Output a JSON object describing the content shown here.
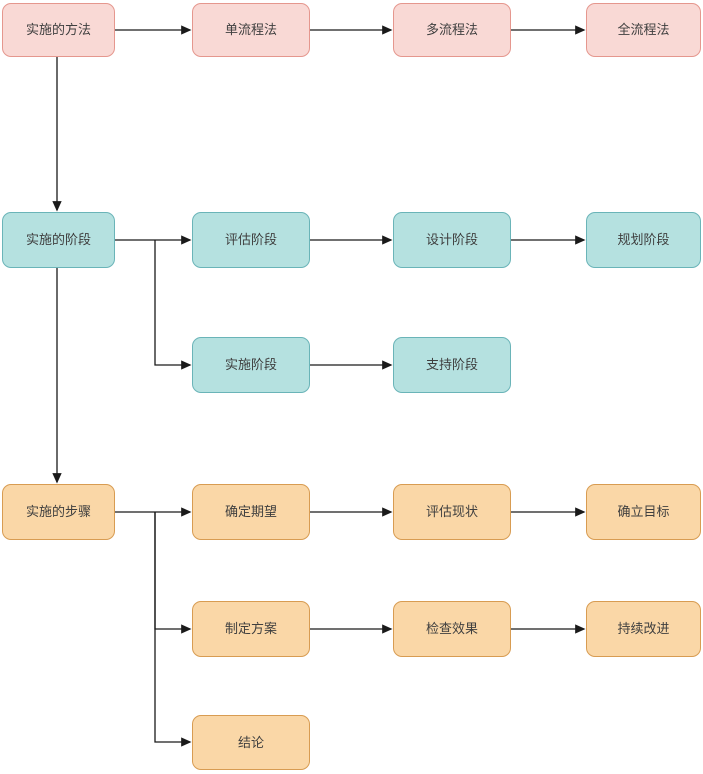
{
  "colors": {
    "canvas_bg": "#FFFFFF",
    "connector": "#1A1A1A",
    "text": "#3F3F3F",
    "method_fill": "#F9D9D5",
    "method_border": "#E5978E",
    "stage_fill": "#B5E1E0",
    "stage_border": "#6AB4B8",
    "step_fill": "#FAD7A7",
    "step_border": "#D89C52"
  },
  "nodes": {
    "implementation_methods": "实施的方法",
    "single_process_method": "单流程法",
    "multi_process_method": "多流程法",
    "full_process_method": "全流程法",
    "implementation_stages": "实施的阶段",
    "assessment_stage": "评估阶段",
    "design_stage": "设计阶段",
    "planning_stage": "规划阶段",
    "implementation_stage": "实施阶段",
    "support_stage": "支持阶段",
    "implementation_steps": "实施的步骤",
    "define_expectations": "确定期望",
    "assess_current_state": "评估现状",
    "establish_goals": "确立目标",
    "formulate_plan": "制定方案",
    "check_results": "检查效果",
    "continuous_improvement": "持续改进",
    "conclusion": "结论"
  }
}
